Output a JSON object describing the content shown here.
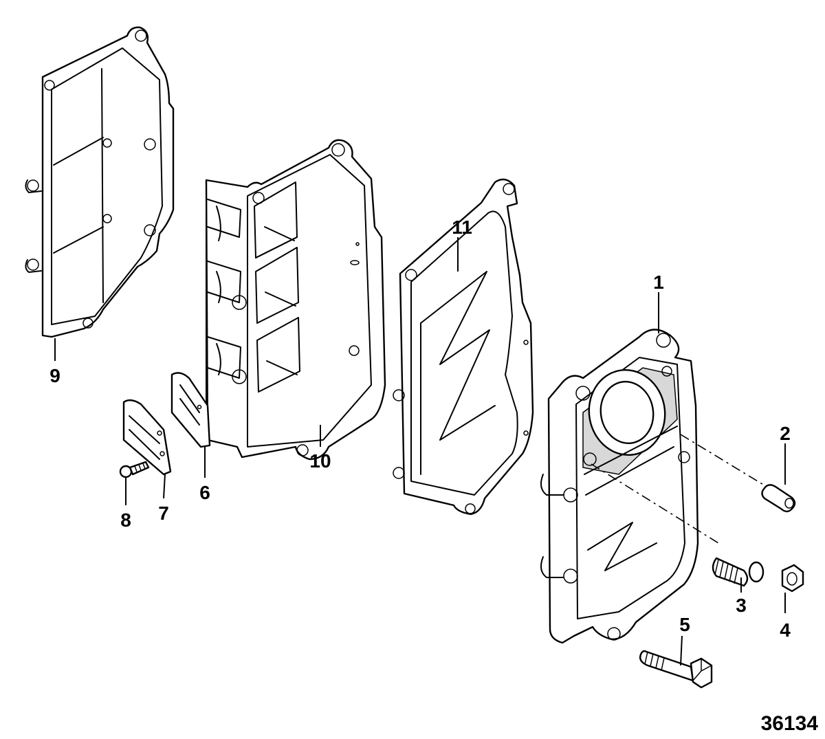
{
  "diagram": {
    "figure_number": "36134",
    "callouts": [
      {
        "id": "c1",
        "text": "1"
      },
      {
        "id": "c2",
        "text": "2"
      },
      {
        "id": "c3",
        "text": "3"
      },
      {
        "id": "c4",
        "text": "4"
      },
      {
        "id": "c5",
        "text": "5"
      },
      {
        "id": "c6",
        "text": "6"
      },
      {
        "id": "c7",
        "text": "7"
      },
      {
        "id": "c8",
        "text": "8"
      },
      {
        "id": "c9",
        "text": "9"
      },
      {
        "id": "c10",
        "text": "10"
      },
      {
        "id": "c11",
        "text": "11"
      }
    ]
  }
}
